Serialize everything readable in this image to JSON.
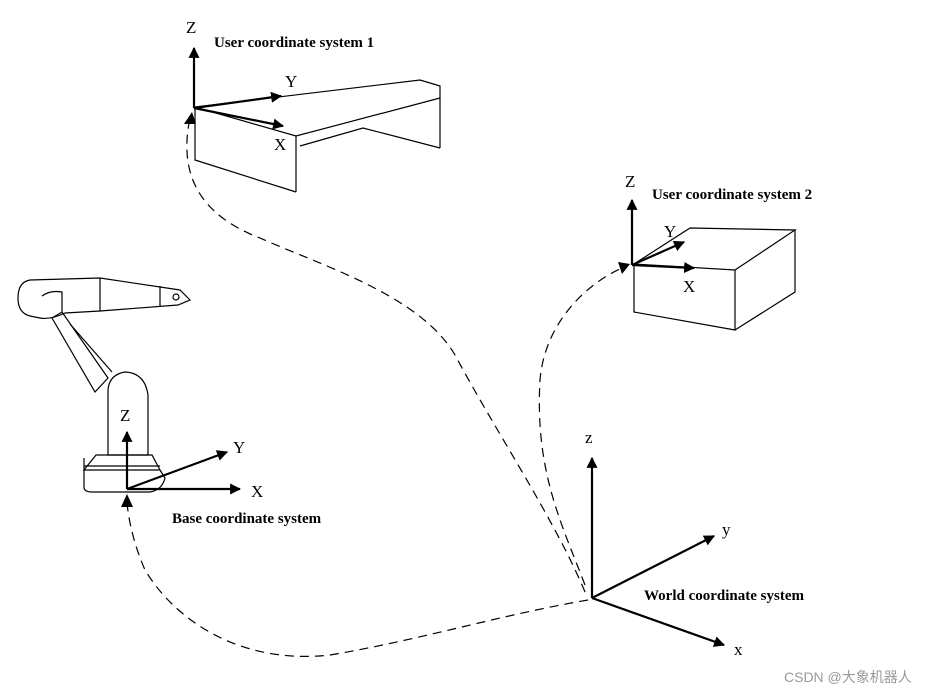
{
  "labels": {
    "user_system_1": "User coordinate system 1",
    "user_system_2": "User coordinate system 2",
    "base_system": "Base coordinate system",
    "world_system": "World coordinate system"
  },
  "axes": {
    "user1": {
      "z": "Z",
      "y": "Y",
      "x": "X"
    },
    "user2": {
      "z": "Z",
      "y": "Y",
      "x": "X"
    },
    "base": {
      "z": "Z",
      "y": "Y",
      "x": "X"
    },
    "world": {
      "z": "z",
      "y": "y",
      "x": "x"
    }
  },
  "watermark": "CSDN @大象机器人",
  "colors": {
    "ink": "#000000",
    "watermark": "#9a9a9a",
    "background": "#ffffff"
  }
}
